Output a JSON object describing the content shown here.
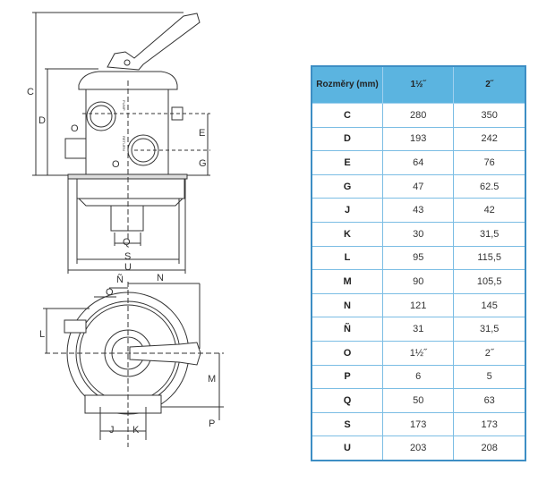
{
  "diagram": {
    "labels": {
      "C": "C",
      "D": "D",
      "E": "E",
      "G": "G",
      "O": "O",
      "Q": "Q",
      "S": "S",
      "U": "U",
      "N_tilde": "Ñ",
      "N": "N",
      "L": "L",
      "M": "M",
      "P": "P",
      "J": "J",
      "K": "K"
    },
    "port_labels": {
      "pump": "PUMP",
      "return": "RETURN"
    }
  },
  "table": {
    "headers": [
      "Rozměry (mm)",
      "1½˝",
      "2˝"
    ],
    "rows": [
      [
        "C",
        "280",
        "350"
      ],
      [
        "D",
        "193",
        "242"
      ],
      [
        "E",
        "64",
        "76"
      ],
      [
        "G",
        "47",
        "62.5"
      ],
      [
        "J",
        "43",
        "42"
      ],
      [
        "K",
        "30",
        "31,5"
      ],
      [
        "L",
        "95",
        "115,5"
      ],
      [
        "M",
        "90",
        "105,5"
      ],
      [
        "N",
        "121",
        "145"
      ],
      [
        "Ñ",
        "31",
        "31,5"
      ],
      [
        "O",
        "1½˝",
        "2˝"
      ],
      [
        "P",
        "6",
        "5"
      ],
      [
        "Q",
        "50",
        "63"
      ],
      [
        "S",
        "173",
        "173"
      ],
      [
        "U",
        "203",
        "208"
      ]
    ]
  },
  "colors": {
    "header_bg": "#5bb4e0",
    "border": "#3d8ec4"
  }
}
